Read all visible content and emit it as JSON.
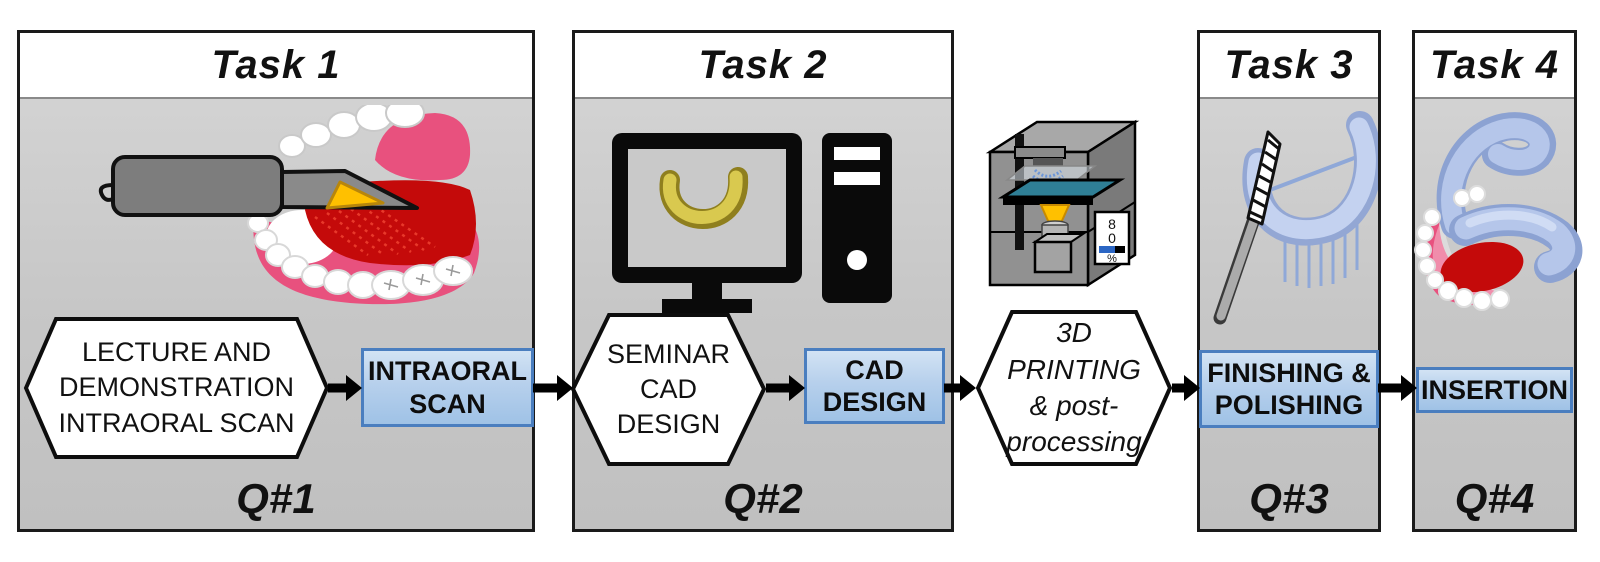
{
  "figure": {
    "panels": [
      {
        "title": "Task 1",
        "question_label": "Q#1",
        "hexagon_label": "LECTURE AND\nDEMONSTRATION\nINTRAORAL SCAN",
        "step_label": "INTRAORAL\nSCAN"
      },
      {
        "title": "Task 2",
        "question_label": "Q#2",
        "hexagon_label": "SEMINAR\nCAD\nDESIGN",
        "step_label": "CAD\nDESIGN"
      },
      {
        "title": "Task 3",
        "question_label": "Q#3",
        "step_label": "FINISHING &\nPOLISHING"
      },
      {
        "title": "Task 4",
        "question_label": "Q#4",
        "step_label": "INSERTION"
      }
    ],
    "between_hexagon_label": "3D\nPRINTING\n& post-\nprocessing",
    "printer_display": {
      "digit_top": "8",
      "digit_bottom": "0",
      "percent_sign": "%"
    },
    "colors": {
      "panel_body": "#c9c9c9",
      "header_bg": "#ffffff",
      "panel_border": "#1a1a1a",
      "step_box_fill": "#aecbea",
      "step_box_border": "#4a7ebf",
      "hexagon_fill": "#ffffff",
      "arrow": "#000000",
      "tongue_red": "#c40a0a",
      "gum_pink": "#e8517e",
      "print_resin_blue": "#b5c6ea",
      "scan_beam_yellow": "#ffc000"
    }
  }
}
